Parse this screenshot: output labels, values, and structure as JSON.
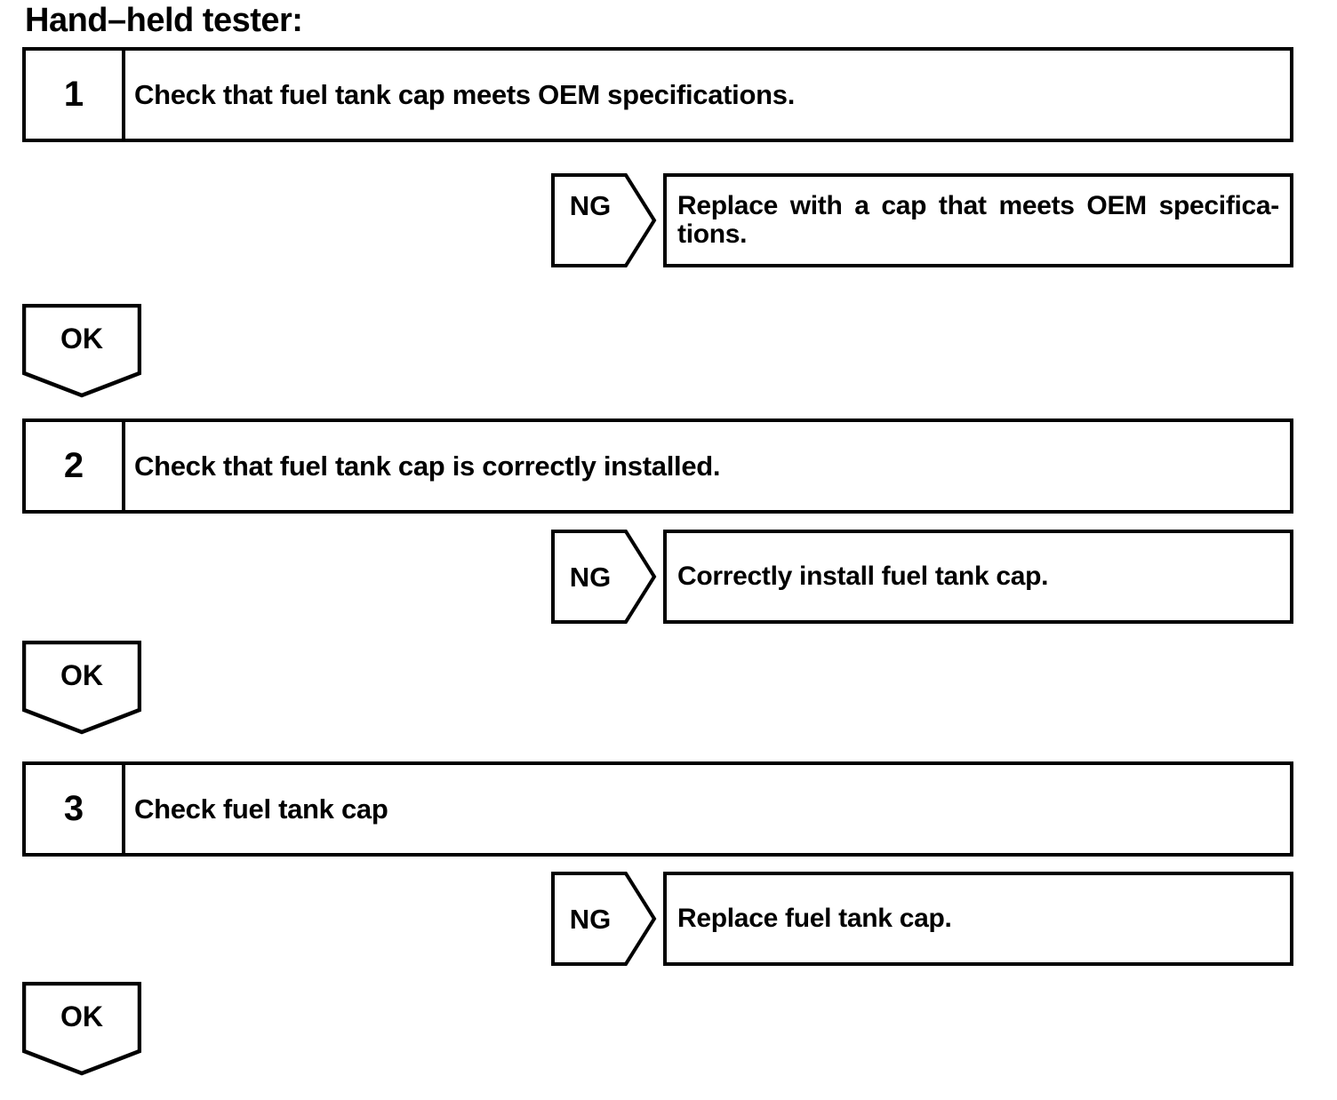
{
  "title": "Hand–held tester:",
  "colors": {
    "line": "#000000",
    "background": "#ffffff"
  },
  "steps": [
    {
      "number": "1",
      "instruction": "Check that fuel tank cap meets OEM specifications.",
      "ng": {
        "label": "NG",
        "action": "Replace with a cap that meets OEM specifica-tions."
      },
      "ok_label": "OK"
    },
    {
      "number": "2",
      "instruction": "Check that fuel tank cap is correctly installed.",
      "ng": {
        "label": "NG",
        "action": "Correctly install fuel tank cap."
      },
      "ok_label": "OK"
    },
    {
      "number": "3",
      "instruction": "Check fuel tank cap",
      "ng": {
        "label": "NG",
        "action": "Replace fuel tank cap."
      },
      "ok_label": "OK"
    }
  ]
}
